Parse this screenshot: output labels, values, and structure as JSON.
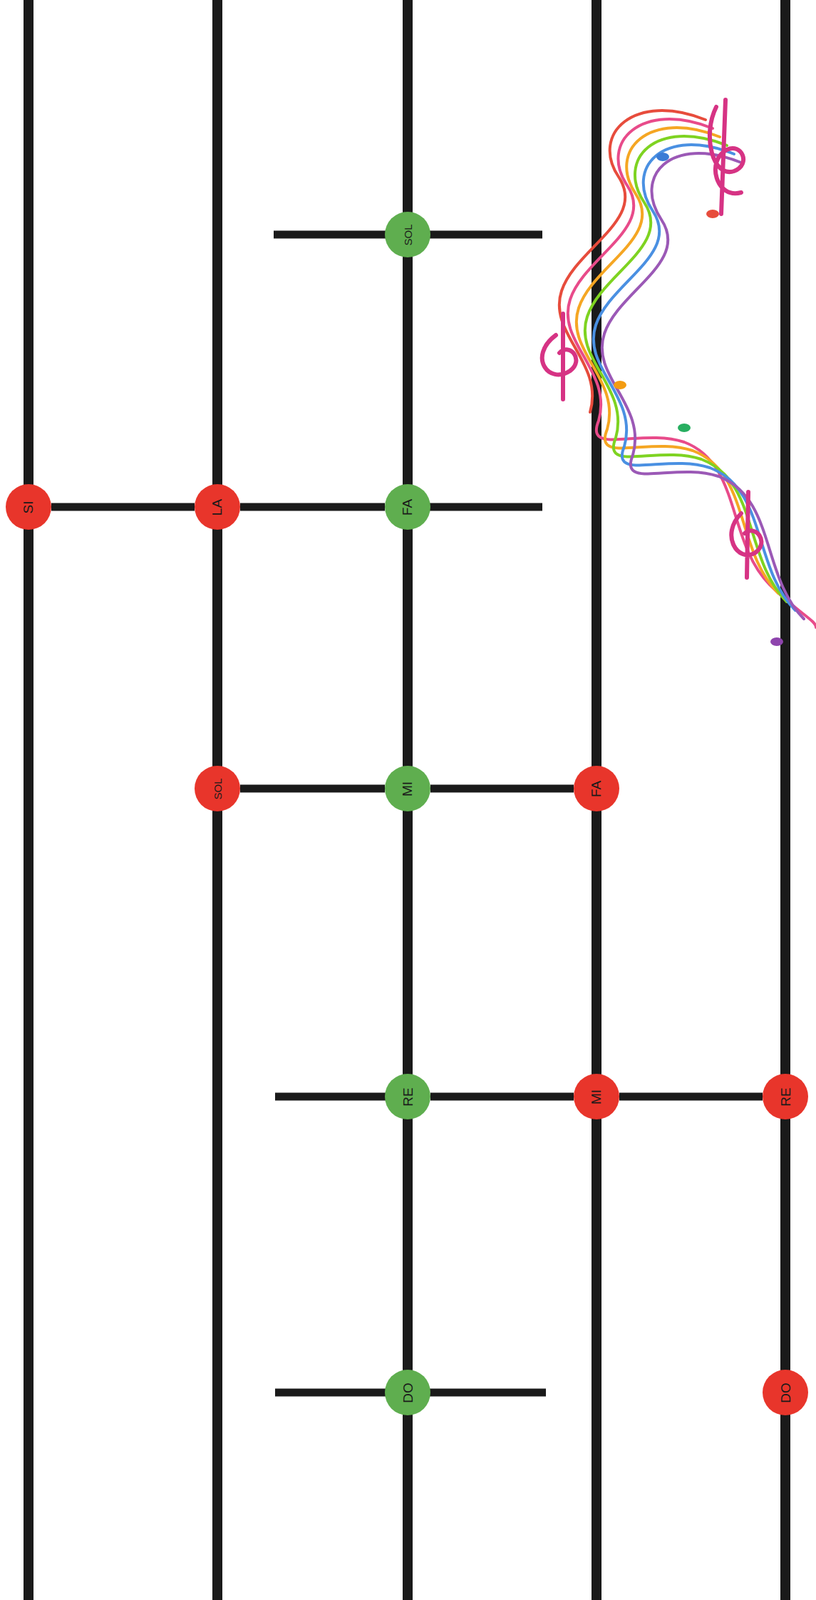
{
  "diagram": {
    "nodes": [
      {
        "text": [
          "SOL"
        ]
      },
      {
        "text": [
          "SI"
        ]
      },
      {
        "text": [
          "LA"
        ]
      },
      {
        "text": [
          "FA"
        ]
      },
      {
        "text": [
          "SOL"
        ]
      },
      {
        "text": [
          "MI"
        ]
      },
      {
        "text": [
          "FA"
        ]
      },
      {
        "text": [
          "RE"
        ]
      },
      {
        "text": [
          "MI"
        ]
      },
      {
        "text": [
          "RE"
        ]
      },
      {
        "text": [
          "DO"
        ]
      },
      {
        "text": [
          "DO"
        ]
      }
    ],
    "edges": [
      {
        "from": 1,
        "to": 2,
        "arrow": "none"
      },
      {
        "from": 2,
        "to": 3,
        "arrow": "none"
      },
      {
        "from": 4,
        "to": 5,
        "arrow": "none"
      },
      {
        "from": 5,
        "to": 6,
        "arrow": "none"
      },
      {
        "from": 7,
        "to": 8,
        "arrow": "none"
      },
      {
        "from": 8,
        "to": 9,
        "arrow": "none"
      },
      {
        "from": 0,
        "to": 3,
        "arrow": "none"
      },
      {
        "from": 3,
        "to": 5,
        "arrow": "none"
      },
      {
        "from": 5,
        "to": 7,
        "arrow": "none"
      },
      {
        "from": 7,
        "to": 10,
        "arrow": "none"
      },
      {
        "from": 2,
        "to": 4,
        "arrow": "none"
      },
      {
        "from": 6,
        "to": 8,
        "arrow": "none"
      },
      {
        "from": 9,
        "to": 11,
        "arrow": "none"
      }
    ]
  }
}
